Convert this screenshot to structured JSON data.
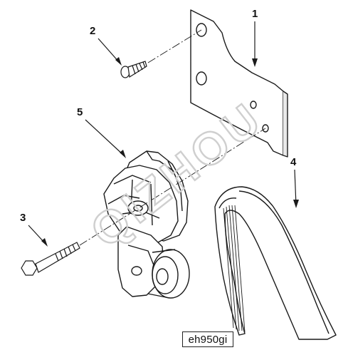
{
  "diagram": {
    "callouts": [
      {
        "id": "1",
        "label": "1"
      },
      {
        "id": "2",
        "label": "2"
      },
      {
        "id": "3",
        "label": "3"
      },
      {
        "id": "4",
        "label": "4"
      },
      {
        "id": "5",
        "label": "5"
      }
    ],
    "figure_code": "eh950gi",
    "watermark": "QIZHOU"
  },
  "colors": {
    "line": "#1a1a1a",
    "watermark": "#cfcfcf"
  }
}
